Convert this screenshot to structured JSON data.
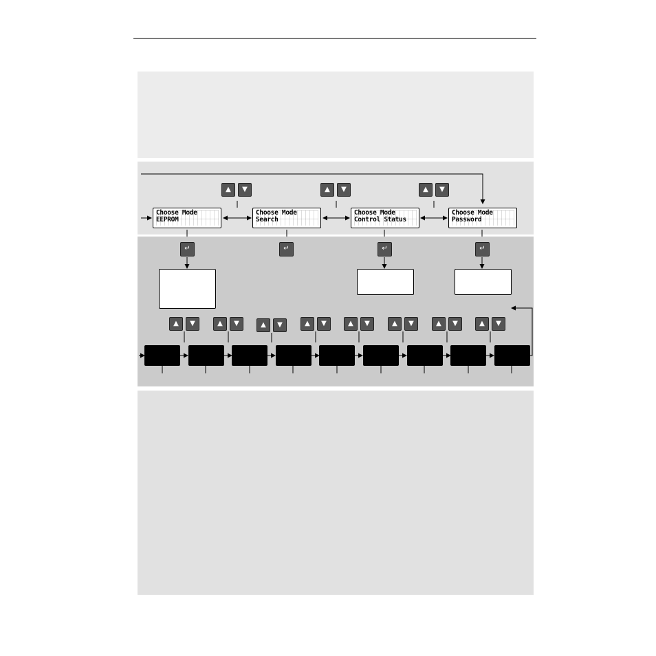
{
  "lcds": [
    {
      "line1": "Choose Mode",
      "line2": "EEPROM"
    },
    {
      "line1": "Choose Mode",
      "line2": "Search"
    },
    {
      "line1": "Choose Mode",
      "line2": "Control Status"
    },
    {
      "line1": "Choose Mode",
      "line2": "Password"
    }
  ],
  "icons": {
    "up": "▲",
    "down": "▼",
    "enter": "↵"
  },
  "colors": {
    "band_top": "#ececec",
    "band_mid_top": "#e2e2e2",
    "band_mid": "#cbcbcb",
    "band_bottom": "#e1e1e1",
    "key": "#555555"
  }
}
